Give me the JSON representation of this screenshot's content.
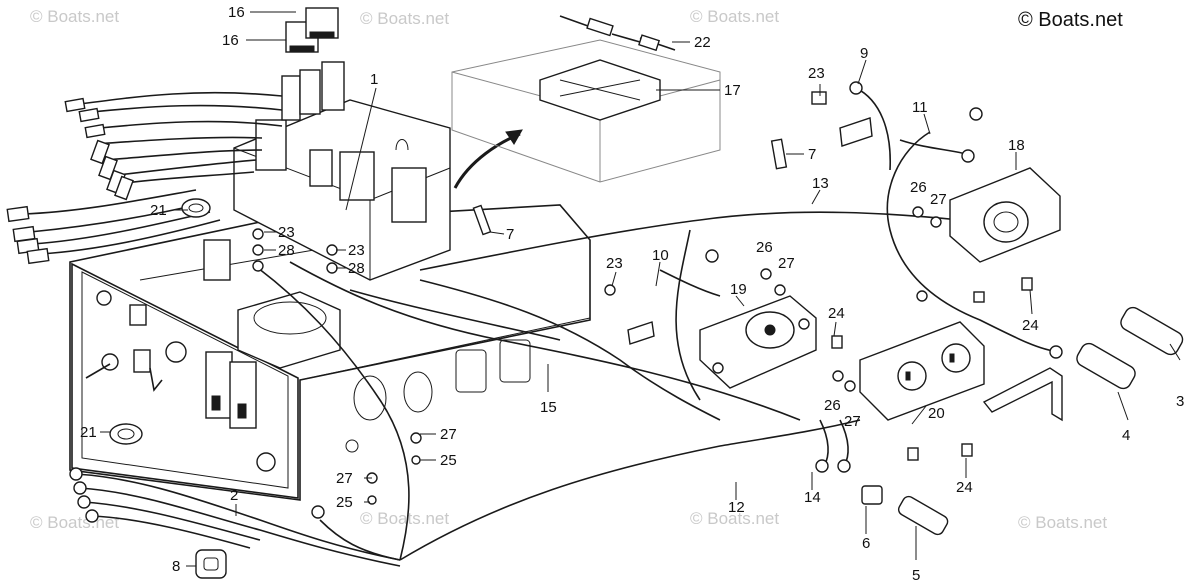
{
  "copyright": "© Boats.net",
  "watermark": "© Boats.net",
  "callouts": [
    {
      "id": "c16a",
      "label": "16"
    },
    {
      "id": "c16b",
      "label": "16"
    },
    {
      "id": "c1",
      "label": "1"
    },
    {
      "id": "c22",
      "label": "22"
    },
    {
      "id": "c17",
      "label": "17"
    },
    {
      "id": "c23a",
      "label": "23"
    },
    {
      "id": "c9",
      "label": "9"
    },
    {
      "id": "c11",
      "label": "11"
    },
    {
      "id": "c7a",
      "label": "7"
    },
    {
      "id": "c18",
      "label": "18"
    },
    {
      "id": "c13",
      "label": "13"
    },
    {
      "id": "c26a",
      "label": "26"
    },
    {
      "id": "c27a",
      "label": "27"
    },
    {
      "id": "c21a",
      "label": "21"
    },
    {
      "id": "c7b",
      "label": "7"
    },
    {
      "id": "c23b",
      "label": "23"
    },
    {
      "id": "c28a",
      "label": "28"
    },
    {
      "id": "c23c",
      "label": "23"
    },
    {
      "id": "c28b",
      "label": "28"
    },
    {
      "id": "c23d",
      "label": "23"
    },
    {
      "id": "c10",
      "label": "10"
    },
    {
      "id": "c26b",
      "label": "26"
    },
    {
      "id": "c27b",
      "label": "27"
    },
    {
      "id": "c19",
      "label": "19"
    },
    {
      "id": "c24a",
      "label": "24"
    },
    {
      "id": "c24b",
      "label": "24"
    },
    {
      "id": "c3",
      "label": "3"
    },
    {
      "id": "c4",
      "label": "4"
    },
    {
      "id": "c15",
      "label": "15"
    },
    {
      "id": "c26c",
      "label": "26"
    },
    {
      "id": "c27c",
      "label": "27"
    },
    {
      "id": "c20",
      "label": "20"
    },
    {
      "id": "c21b",
      "label": "21"
    },
    {
      "id": "c27d",
      "label": "27"
    },
    {
      "id": "c25a",
      "label": "25"
    },
    {
      "id": "c27e",
      "label": "27"
    },
    {
      "id": "c25b",
      "label": "25"
    },
    {
      "id": "c2",
      "label": "2"
    },
    {
      "id": "c12",
      "label": "12"
    },
    {
      "id": "c14",
      "label": "14"
    },
    {
      "id": "c24c",
      "label": "24"
    },
    {
      "id": "c6",
      "label": "6"
    },
    {
      "id": "c5",
      "label": "5"
    },
    {
      "id": "c8",
      "label": "8"
    }
  ]
}
